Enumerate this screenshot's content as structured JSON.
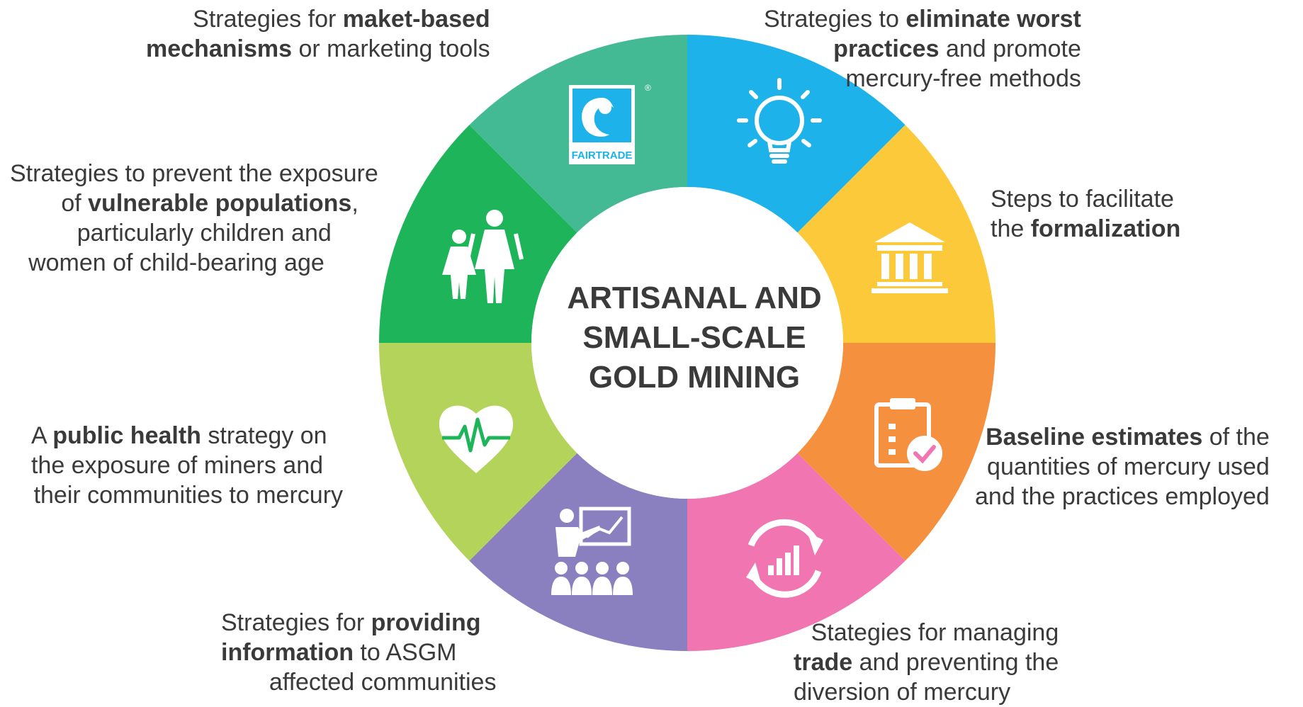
{
  "center": {
    "lines": [
      "ARTISANAL AND",
      "SMALL-SCALE",
      "GOLD MINING"
    ]
  },
  "segments": [
    {
      "key": "fairtrade",
      "color": "#1db3ea",
      "icon": "fairtrade-logo-icon",
      "logo_text": "FAIRTRADE",
      "logo_mark": "®"
    },
    {
      "key": "worst-practices",
      "color": "#fcc93a",
      "icon": "lightbulb-icon"
    },
    {
      "key": "formalization",
      "color": "#f5913e",
      "icon": "building-columns-icon"
    },
    {
      "key": "baseline",
      "color": "#f075b0",
      "icon": "clipboard-check-icon"
    },
    {
      "key": "trade",
      "color": "#8a7fbf",
      "icon": "chart-cycle-icon"
    },
    {
      "key": "information",
      "color": "#b3d35a",
      "icon": "presentation-audience-icon"
    },
    {
      "key": "public-health",
      "color": "#1db45a",
      "icon": "heart-pulse-icon"
    },
    {
      "key": "vulnerable",
      "color": "#43b994",
      "icon": "woman-child-icon"
    }
  ],
  "labels": {
    "market": {
      "l1": {
        "pre": "Strategies for ",
        "bold": "maket-based",
        "post": ""
      },
      "l2": {
        "pre": "",
        "bold": "mechanisms",
        "post": " or marketing tools"
      }
    },
    "worst": {
      "l1": {
        "pre": "Strategies to ",
        "bold": "eliminate worst",
        "post": ""
      },
      "l2": {
        "pre": "",
        "bold": "practices",
        "post": " and promote"
      },
      "l3": "mercury-free methods"
    },
    "formal": {
      "l1": "Steps to facilitate",
      "l2": {
        "pre": "the ",
        "bold": "formalization",
        "post": ""
      }
    },
    "baseline": {
      "l1": {
        "pre": "",
        "bold": "Baseline estimates",
        "post": " of the"
      },
      "l2": "quantities of mercury used",
      "l3": "and the practices employed"
    },
    "trade": {
      "l1": "Stategies for managing",
      "l2": {
        "pre": "",
        "bold": "trade",
        "post": " and preventing the"
      },
      "l3": "diversion of mercury"
    },
    "info": {
      "l1": {
        "pre": "Strategies for ",
        "bold": "providing",
        "post": ""
      },
      "l2": {
        "pre": "",
        "bold": "information",
        "post": " to ASGM"
      },
      "l3": "affected communities"
    },
    "health": {
      "l1": {
        "pre": "A ",
        "bold": "public health",
        "post": " strategy on"
      },
      "l2": "the exposure of miners and",
      "l3": "their communities to mercury"
    },
    "vulnerable": {
      "l1": "Strategies to prevent the  exposure",
      "l2": {
        "pre": "of ",
        "bold": "vulnerable populations",
        "post": ","
      },
      "l3": "particularly children and",
      "l4": "women of child-bearing age"
    }
  }
}
